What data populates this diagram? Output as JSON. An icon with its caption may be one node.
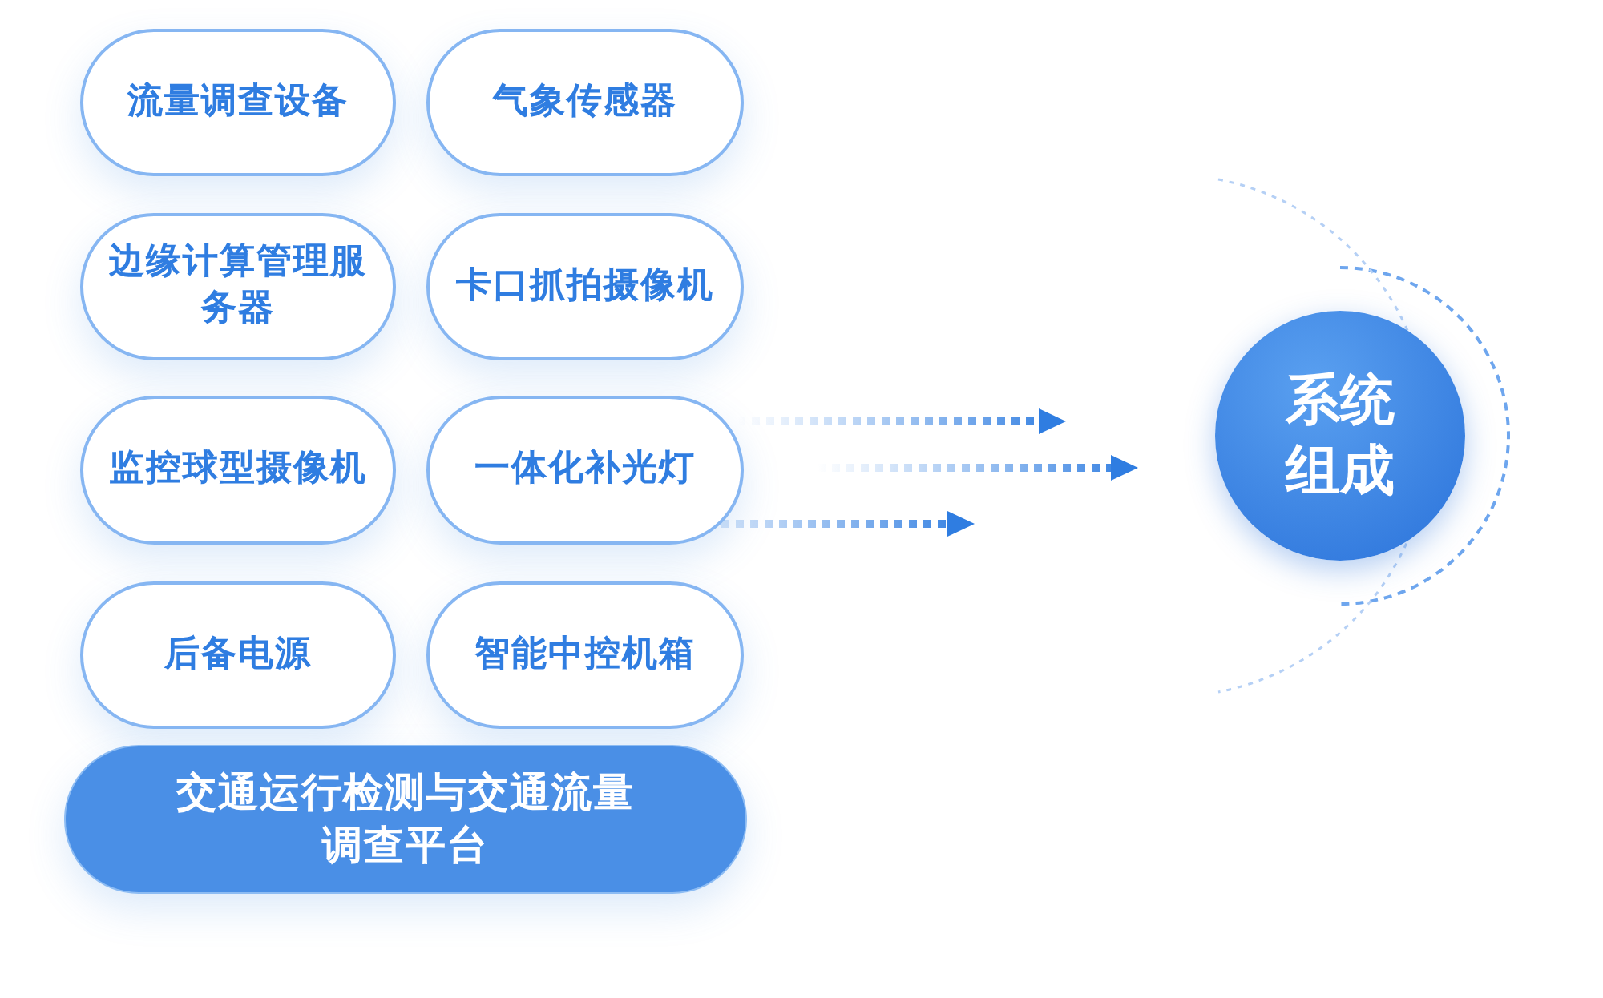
{
  "diagram": {
    "nodes": [
      {
        "text": [
          "流量调查设备"
        ]
      },
      {
        "text": [
          "气象传感器"
        ]
      },
      {
        "text": [
          "边缘计算管理服务器"
        ]
      },
      {
        "text": [
          "卡口抓拍摄像机"
        ]
      },
      {
        "text": [
          "监控球型摄像机"
        ]
      },
      {
        "text": [
          "一体化补光灯"
        ]
      },
      {
        "text": [
          "后备电源"
        ]
      },
      {
        "text": [
          "智能中控机箱"
        ]
      },
      {
        "text": [
          "交通运行检测与交通流量调查平台"
        ]
      },
      {
        "text": [
          "系统组成"
        ]
      }
    ]
  }
}
